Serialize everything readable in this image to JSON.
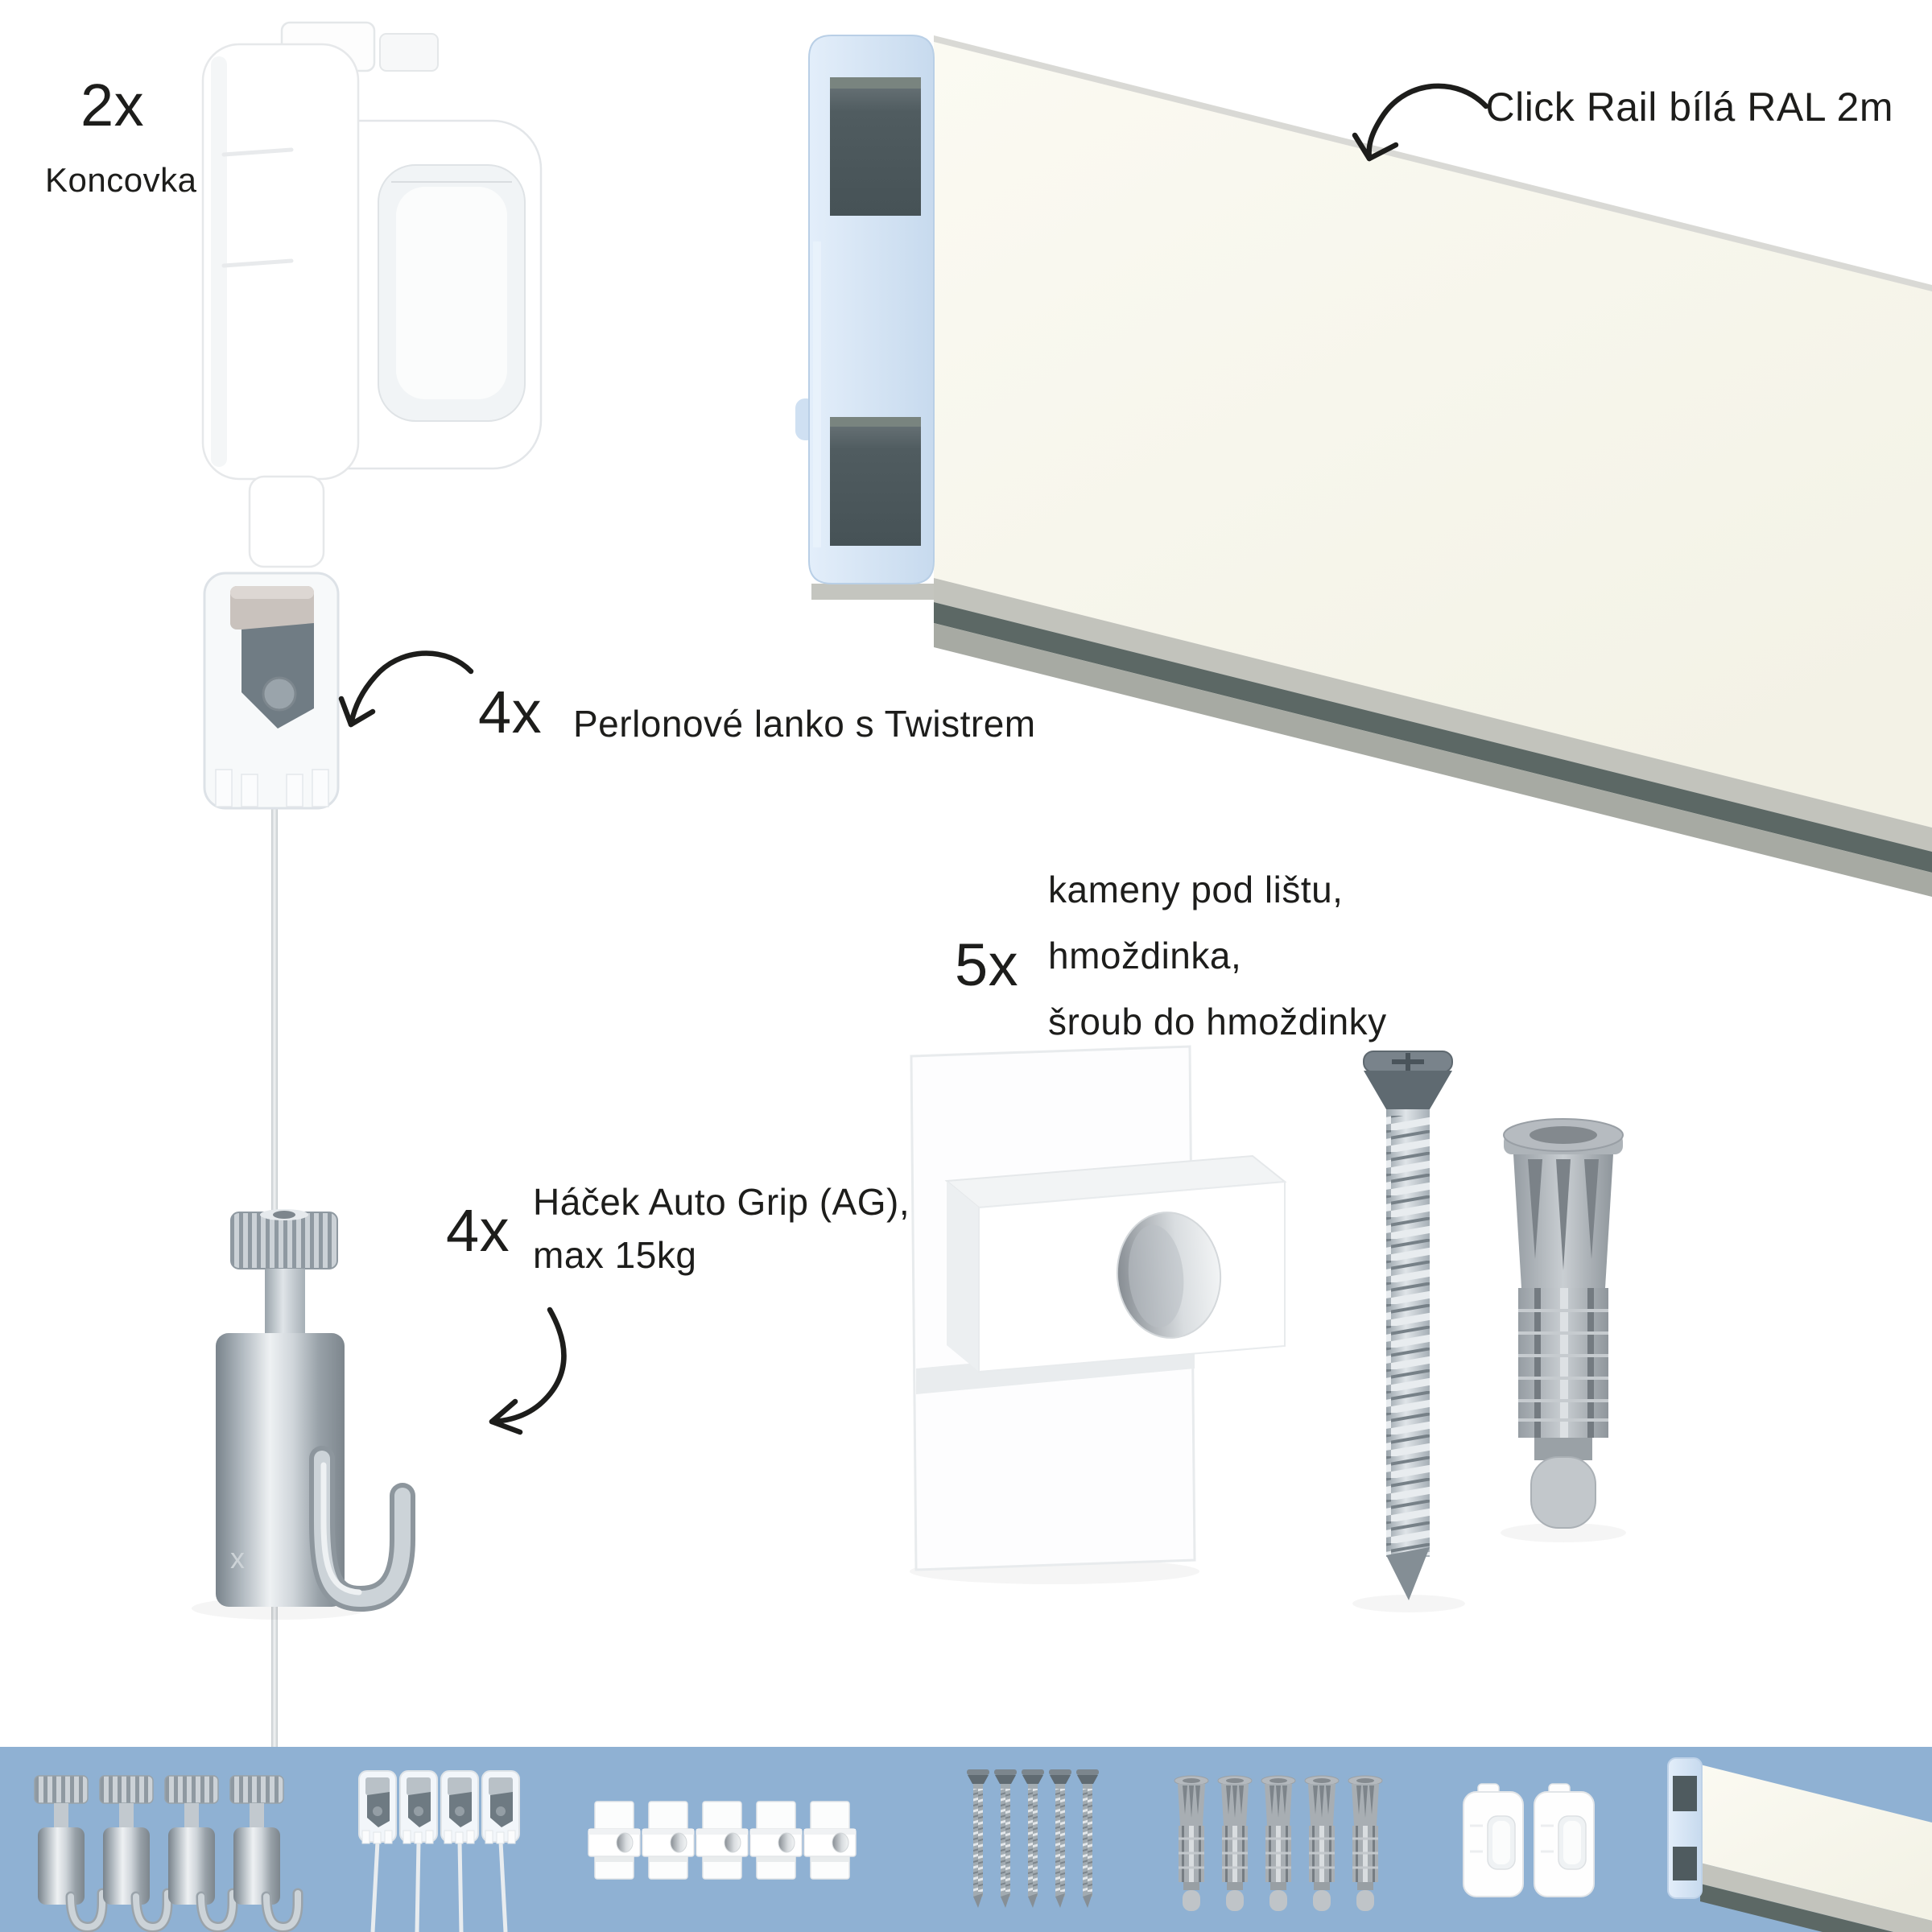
{
  "sections": {
    "endcap": {
      "qty": "2x",
      "name": "Koncovka"
    },
    "rail": {
      "name": "Click Rail bílá RAL 2m"
    },
    "twister": {
      "qty": "4x",
      "name": "Perlonové lanko s Twistrem"
    },
    "mounting": {
      "qty": "5x",
      "line1": "kameny pod lištu,",
      "line2": "hmoždinka,",
      "line3": "šroub do hmoždinky"
    },
    "hook": {
      "qty": "4x",
      "line1": "Háček Auto Grip (AG),",
      "line2": "max 15kg",
      "brand_mark": "x"
    }
  },
  "strip": {
    "icons": [
      "auto-grip-hooks-x4",
      "perlon-cords-x4",
      "rail-clips-x5",
      "screws-x5",
      "wall-plugs-x5",
      "end-caps-x2",
      "click-rail-profile"
    ]
  },
  "colors": {
    "background": "#ffffff",
    "text": "#1d1d1b",
    "strip_background": "#8fb1d3",
    "rail_face": "#f8f7ee",
    "rail_profile_blue": "#d9e7f5",
    "rail_channel_dark": "#4f5b5f",
    "metal_silver": "#b7bfc6",
    "plug_gray": "#a6acb1"
  }
}
